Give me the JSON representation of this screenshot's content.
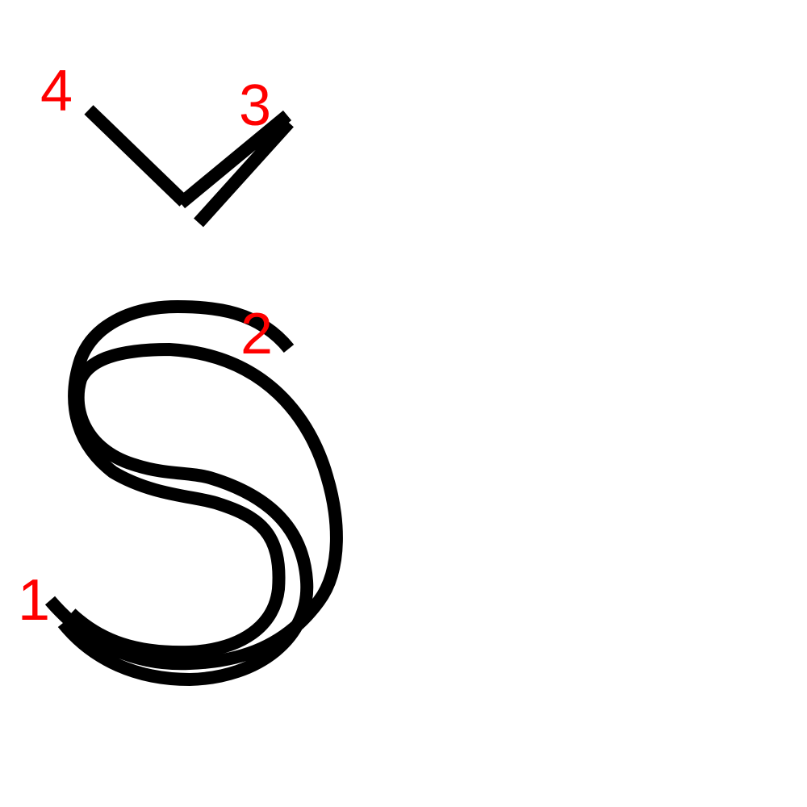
{
  "stroke_color": "#000000",
  "label_color": "#ff0000",
  "strokes": [
    {
      "label": "1"
    },
    {
      "label": "2"
    },
    {
      "label": "3"
    },
    {
      "label": "4"
    }
  ]
}
